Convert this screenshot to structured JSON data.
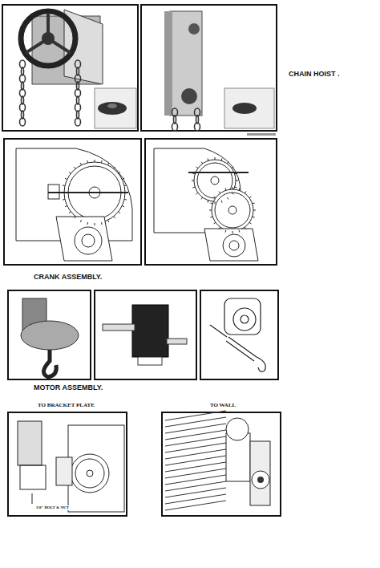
{
  "diagram": {
    "labels": [
      "CHAIN HOIST .",
      "CRANK ASSEMBLY.",
      "MOTOR ASSEMBLY.",
      "TO BRACKET PLATE",
      "TO WALL",
      "3/8\" BOLT & NUT"
    ]
  }
}
